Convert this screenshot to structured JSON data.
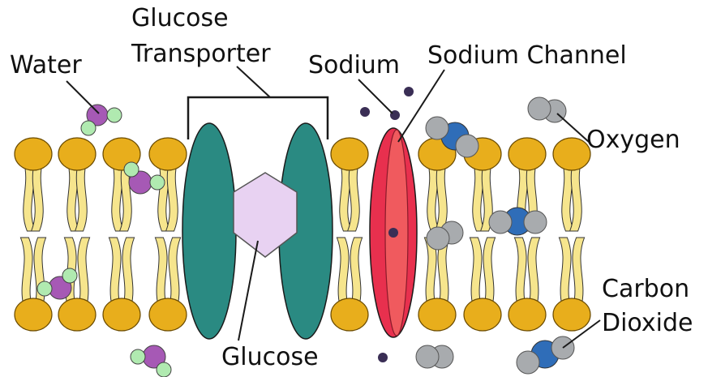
{
  "labels": {
    "water": "Water",
    "glucose_transporter_line1": "Glucose",
    "glucose_transporter_line2": "Transporter",
    "sodium": "Sodium",
    "sodium_channel": "Sodium Channel",
    "oxygen": "Oxygen",
    "carbon_dioxide_line1": "Carbon",
    "carbon_dioxide_line2": "Dioxide",
    "glucose": "Glucose"
  },
  "colors": {
    "phospholipid_head": "#E8AE1C",
    "phospholipid_tail": "#F6E58D",
    "transporter": "#2A8A82",
    "glucose": "#E8D2F2",
    "channel": "#E8304E",
    "channel_inner": "#F05A5E",
    "oxygen_atom": "#A8ABAE",
    "carbon_atom": "#2F6DB8",
    "water_oxygen": "#A659B5",
    "water_hydrogen": "#B0EAB0",
    "sodium_ion": "#3A2E55"
  }
}
